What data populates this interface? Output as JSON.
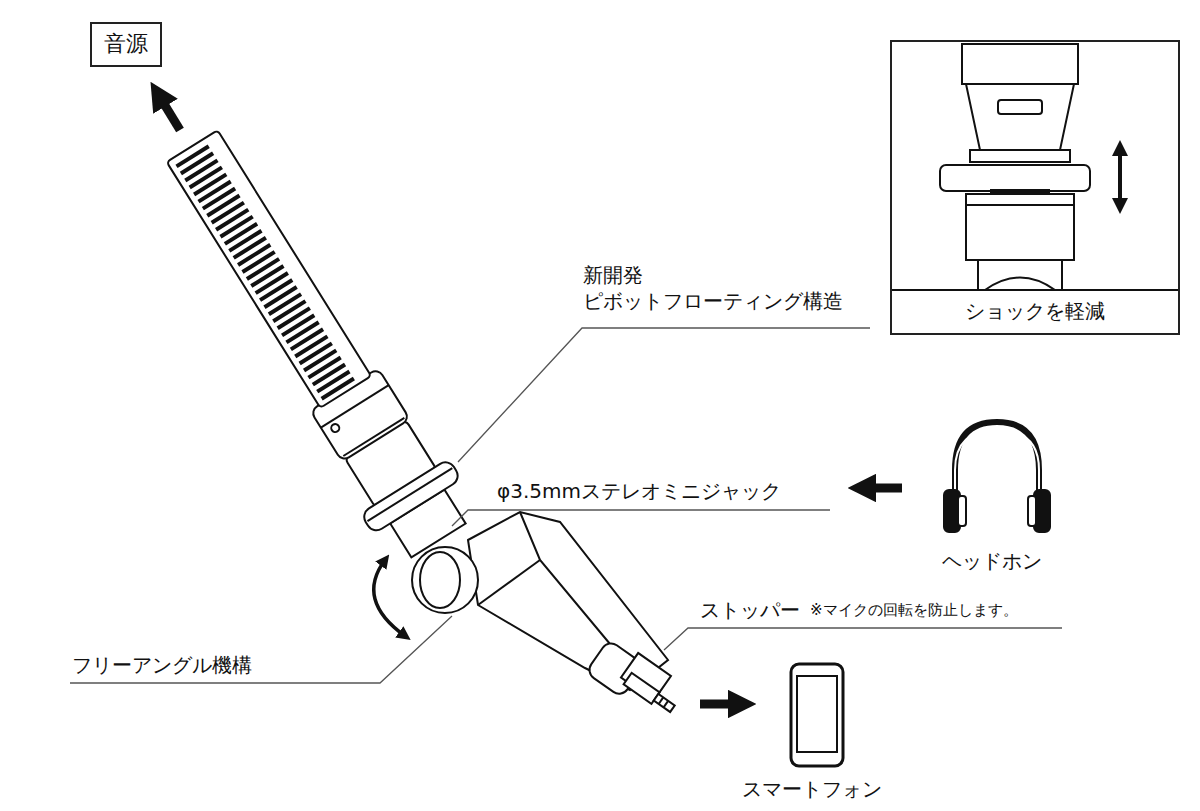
{
  "diagram": {
    "nodes": [
      {
        "text": [
          "音源"
        ]
      },
      {
        "text": [
          "ショックを軽減"
        ]
      }
    ],
    "labels": [
      "新開発 ピボットフローティング構造",
      "φ3.5mmステレオミニジャック",
      "ヘッドホン",
      "ストッパー",
      "※マイクの回転を防止します。",
      "フリーアングル機構",
      "スマートフォン"
    ]
  }
}
